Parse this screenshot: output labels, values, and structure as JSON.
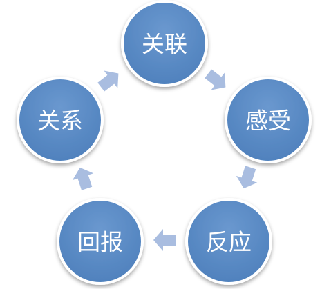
{
  "diagram": {
    "type": "cycle",
    "nodes": [
      {
        "id": "n1",
        "label": "关联"
      },
      {
        "id": "n2",
        "label": "感受"
      },
      {
        "id": "n3",
        "label": "反应"
      },
      {
        "id": "n4",
        "label": "回报"
      },
      {
        "id": "n5",
        "label": "关系"
      }
    ],
    "edges": [
      {
        "from": "n1",
        "to": "n2"
      },
      {
        "from": "n2",
        "to": "n3"
      },
      {
        "from": "n3",
        "to": "n4"
      },
      {
        "from": "n4",
        "to": "n5"
      },
      {
        "from": "n5",
        "to": "n1"
      }
    ]
  },
  "colors": {
    "node_fill": "#4f81bd",
    "node_fill_light": "#6a98cf",
    "node_border": "#ffffff",
    "arrow_fill": "#a9bde0"
  }
}
